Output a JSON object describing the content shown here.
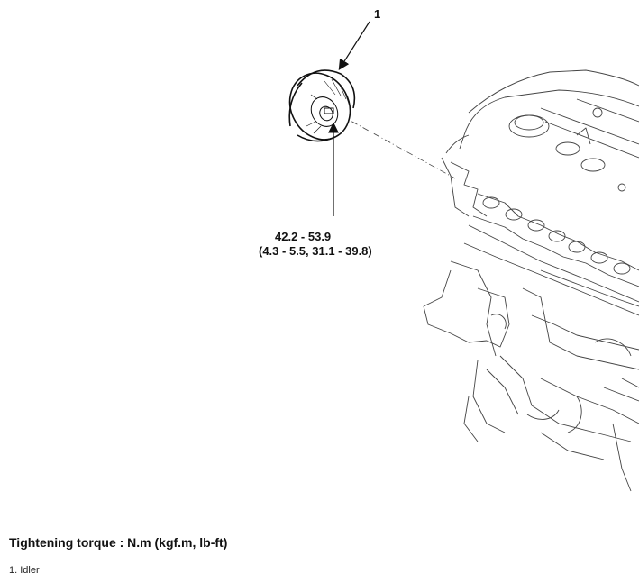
{
  "diagram": {
    "callout_number": "1",
    "torque_value": "42.2 - 53.9",
    "torque_alt_units": "(4.3 - 5.5, 31.1 - 39.8)",
    "parts": [
      {
        "name": "idler-pulley-icon"
      },
      {
        "name": "engine-block-icon"
      }
    ]
  },
  "footer": {
    "torque_heading": "Tightening torque : N.m (kgf.m, lb-ft)",
    "legend": [
      "1. Idler"
    ]
  }
}
